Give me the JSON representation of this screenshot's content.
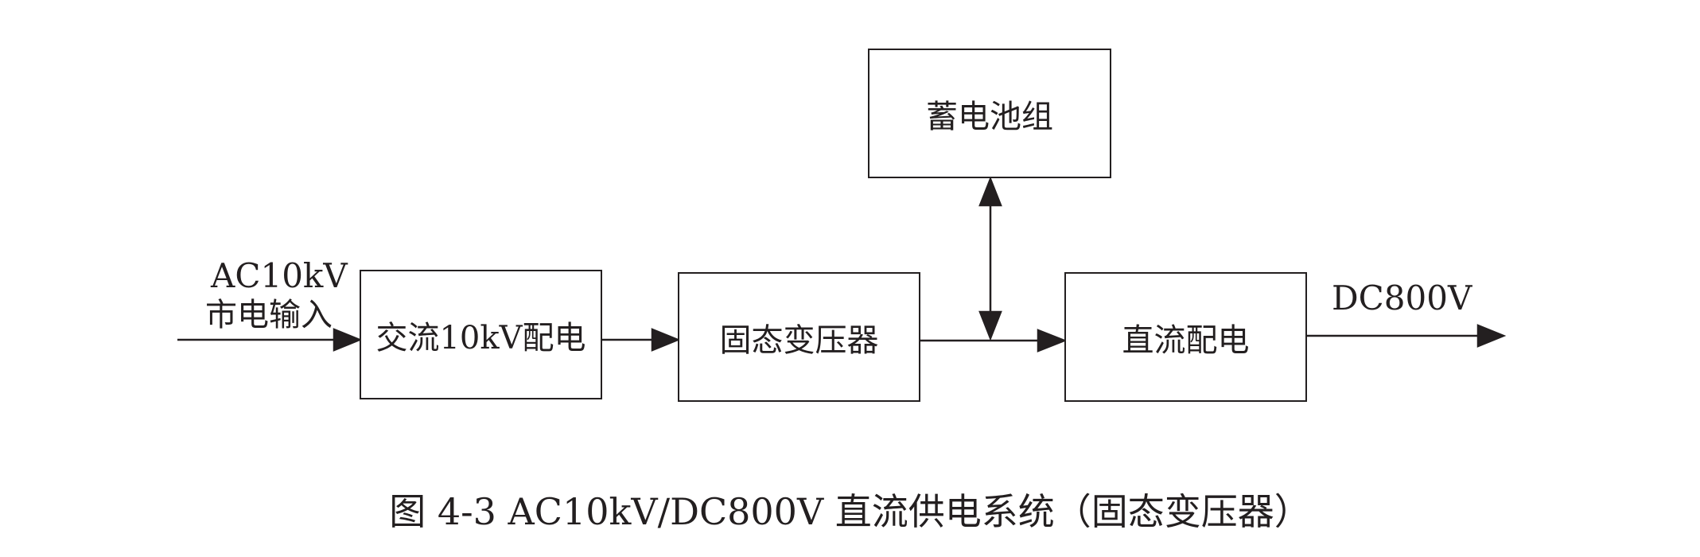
{
  "input": {
    "line1": "AC10kV",
    "line2": "市电输入"
  },
  "blocks": {
    "ac_distribution": "交流10kV配电",
    "sst": "固态变压器",
    "battery": "蓄电池组",
    "dc_distribution": "直流配电"
  },
  "output": {
    "label": "DC800V"
  },
  "caption": "图 4-3 AC10kV/DC800V 直流供电系统（固态变压器）",
  "colors": {
    "stroke": "#231f20",
    "background": "#ffffff"
  }
}
